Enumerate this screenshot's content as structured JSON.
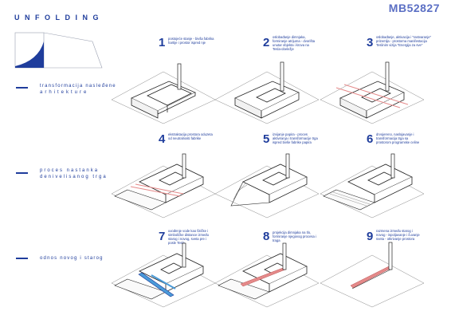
{
  "header": {
    "title": "UNFOLDING",
    "code": "MB52827"
  },
  "side_labels": [
    {
      "line1": "transformacija nasleđene",
      "line2": "arhitekture"
    },
    {
      "line1": "proces nastanka",
      "line2": "denivelisanog trga"
    },
    {
      "line1": "odnos novog i starog",
      "line2": ""
    }
  ],
  "panels": [
    {
      "num": "1",
      "caption": "postojeće stanje - bivša fabrika hartije i prostor ispred nje"
    },
    {
      "num": "2",
      "caption": "oslobađanje dimnjaka, formiranje atrijuma - dvorišta unutar objekta i krova na Tesla-obeležje"
    },
    {
      "num": "3",
      "caption": "oslobađanje, aktivacija i \"rastvaranje\" prizemlja - prostorna manifestacija Teslinim vizija \"Energija za sve\""
    },
    {
      "num": "4",
      "caption": "ekstraktacija prostora oduzeta od neutralnosti fabrike"
    },
    {
      "num": "5",
      "caption": "izvijanje papira - proces aktiviranja i transformacije trga ispred bivše fabrike papira"
    },
    {
      "num": "6",
      "caption": "drvojereno, naslojavanje i transformacija trga sa prostorom programske celine"
    },
    {
      "num": "7",
      "caption": "uvođenje vode kao fizičke i simboličke distance između starog i novog, sveta pre i posle Tesle"
    },
    {
      "num": "8",
      "caption": "projekcija dimnjaka na tlo, formiranje njegovog procesa i traga"
    },
    {
      "num": "9",
      "caption": "razmena između starog i novog - ispoljavanje i čuvanje sveta - otkrivanje prostora"
    }
  ],
  "colors": {
    "accent": "#1f3d9c",
    "code": "#5b6fc4",
    "highlight": "#e58a8a",
    "water": "#4a9bd8"
  }
}
